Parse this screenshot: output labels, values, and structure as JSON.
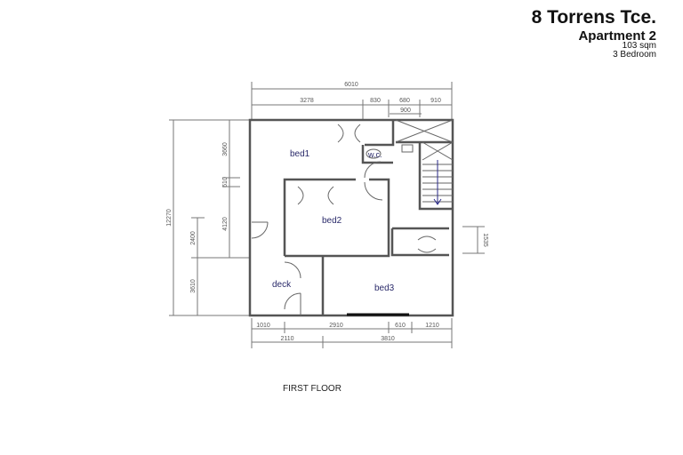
{
  "header": {
    "address": "8 Torrens Tce.",
    "unit": "Apartment 2",
    "area": "103 sqm",
    "bedrooms": "3 Bedroom"
  },
  "plan": {
    "label": "FIRST FLOOR",
    "rooms": {
      "bed1": "bed1",
      "bed2": "bed2",
      "bed3": "bed3",
      "wc": "w.c.",
      "deck": "deck"
    },
    "dims_top": {
      "overall": "6010",
      "a": "3278",
      "b": "830",
      "c": "680",
      "d": "910",
      "e": "900"
    },
    "dims_bottom": {
      "a": "1010",
      "b": "2910",
      "c": "610",
      "d": "1210",
      "e": "2110",
      "f": "3810"
    },
    "dims_left": {
      "overall": "12270",
      "a": "3660",
      "b": "610",
      "c": "4120",
      "d": "2400",
      "e": "3610"
    },
    "dims_right": {
      "a": "1535"
    }
  }
}
